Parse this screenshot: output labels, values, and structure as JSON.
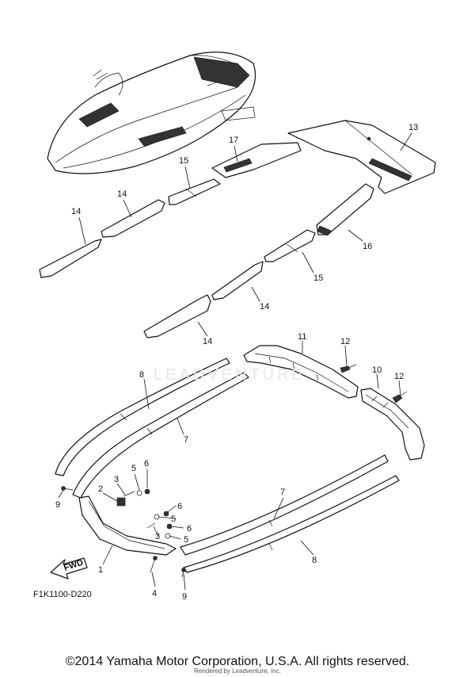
{
  "diagram": {
    "figure_code": "F1K1100-D220",
    "copyright": "©2014 Yamaha Motor Corporation, U.S.A. All rights reserved.",
    "rendered_by": "Rendered by Leadventure, Inc.",
    "watermark": "LEADVENTURE",
    "fwd_label": "FWD",
    "callouts": {
      "c13": "13",
      "c17": "17",
      "c15a": "15",
      "c14a": "14",
      "c14b": "14",
      "c16": "16",
      "c15b": "15",
      "c14c": "14",
      "c14d": "14",
      "c11": "11",
      "c12a": "12",
      "c10": "10",
      "c12b": "12",
      "c8a": "8",
      "c7a": "7",
      "c6a": "6",
      "c5a": "5",
      "c3a": "3",
      "c2": "2",
      "c9a": "9",
      "c6b": "6",
      "c5b": "5",
      "c6c": "6",
      "c3b": "3",
      "c5c": "5",
      "c1": "1",
      "c4": "4",
      "c9b": "9",
      "c7b": "7",
      "c8b": "8"
    }
  }
}
